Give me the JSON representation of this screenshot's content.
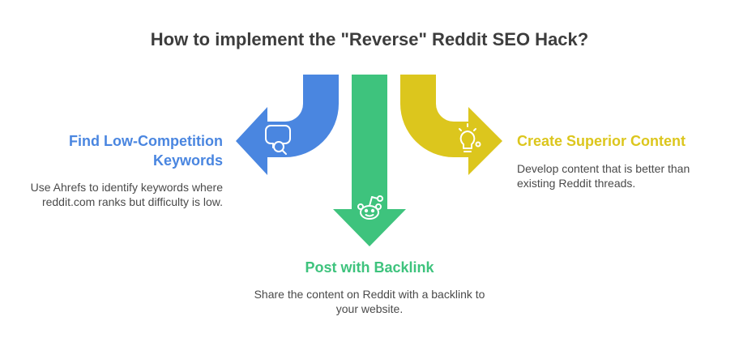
{
  "title": "How to implement the \"Reverse\" Reddit SEO Hack?",
  "colors": {
    "blue": "#4a86e0",
    "green": "#3ec37d",
    "yellow": "#dcc61d",
    "title": "#3d3d3d",
    "text": "#4a4a4a"
  },
  "steps": [
    {
      "heading": "Find Low-Competition Keywords",
      "description": "Use Ahrefs to identify keywords where reddit.com ranks but difficulty is low.",
      "icon": "search-chat-icon"
    },
    {
      "heading": "Post with Backlink",
      "description": "Share the content on Reddit with a backlink to your website.",
      "icon": "reddit-icon"
    },
    {
      "heading": "Create Superior Content",
      "description": "Develop content that is better than existing Reddit threads.",
      "icon": "lightbulb-icon"
    }
  ]
}
